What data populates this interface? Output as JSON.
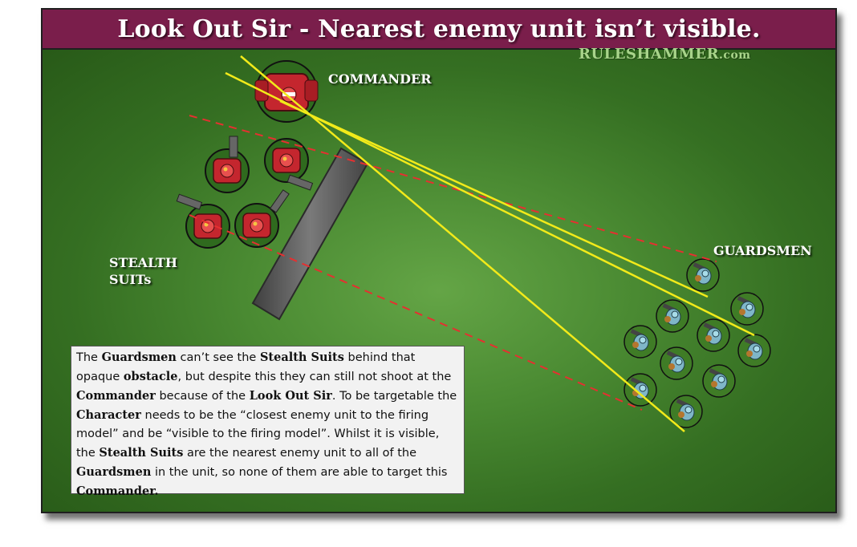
{
  "title": "Look Out Sir - Nearest enemy unit isn’t visible.",
  "brand": {
    "name": "RULESHAMMER",
    "suffix": ".com"
  },
  "labels": {
    "commander": "COMMANDER",
    "stealth_line1": "STEALTH",
    "stealth_line2": "SUITs",
    "guardsmen": "GUARDSMEN"
  },
  "info": {
    "t1": "The ",
    "b1": "Guardsmen",
    "t2": " can’t see the ",
    "b2": "Stealth Suits",
    "t3": " behind that opaque ",
    "b3": "obstacle",
    "t4": ", but despite this they can still not shoot at the ",
    "b4": "Commander",
    "t5": " because of the ",
    "b5": "Look Out Sir",
    "t6": ". To be targetable the ",
    "b6": "Character",
    "t7": " needs to be the “closest enemy unit to the firing model” and be “visible to the firing model”. Whilst it is visible, the ",
    "b7": "Stealth Suits",
    "t8": " are the nearest enemy unit to all of the ",
    "b8": "Guardsmen",
    "t9": " in the unit, so none of them are able to target this ",
    "b9": "Commander."
  },
  "colors": {
    "title_bar": "#7a1e4b",
    "field": "#4a8a32",
    "line_of_sight": "#f2ea1a",
    "blocked_sight": "#e53030",
    "obstacle": "#5e5e5e",
    "tau_red": "#c4262e",
    "guard_blue": "#7fb6c8"
  }
}
